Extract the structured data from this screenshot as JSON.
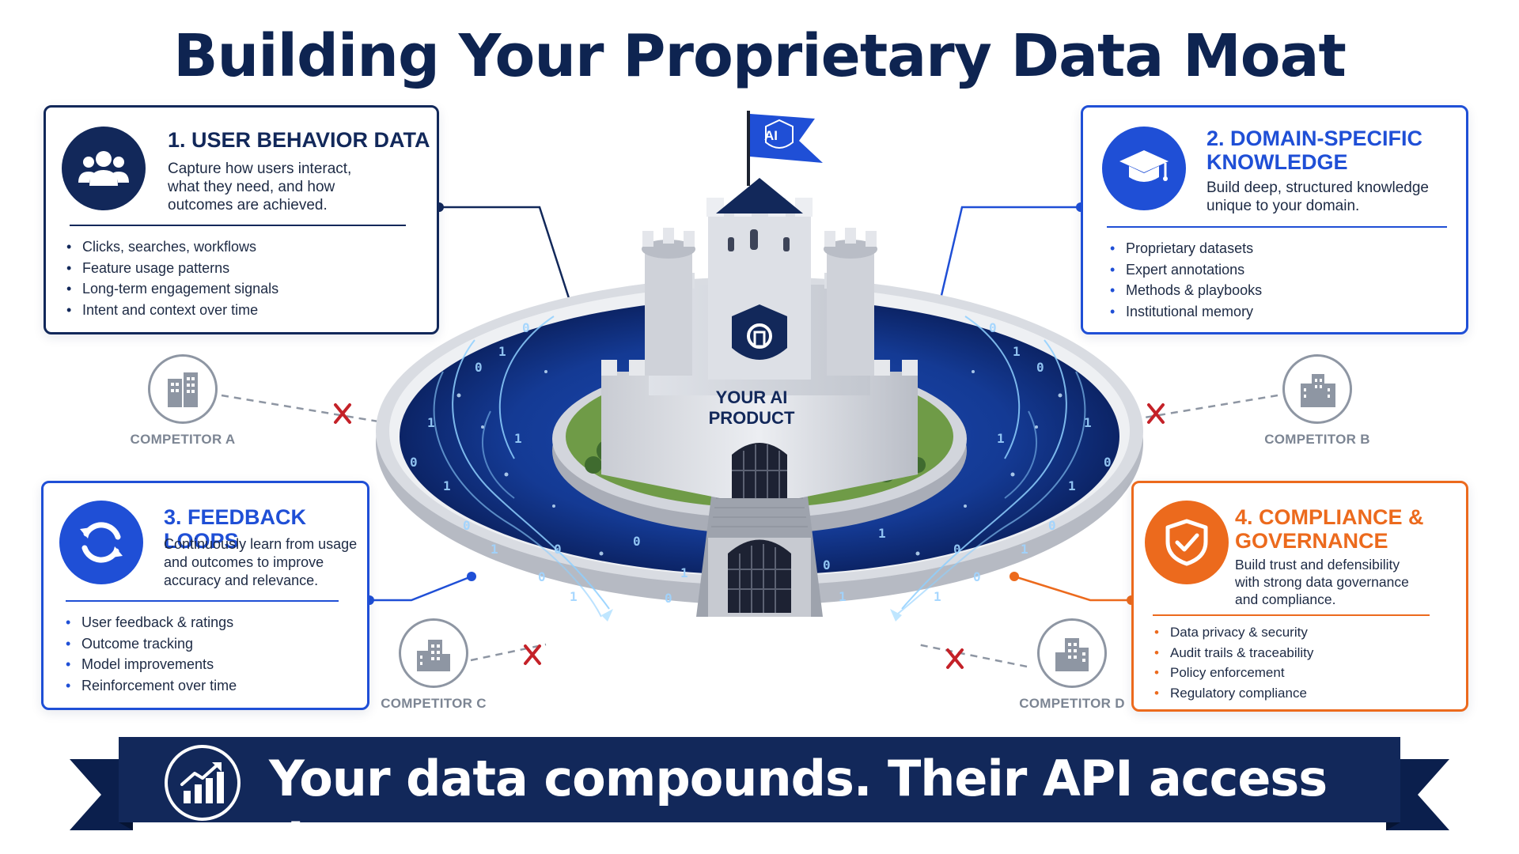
{
  "title": "Building Your Proprietary Data Moat",
  "flag_label": "AI",
  "castle_label": [
    "YOUR AI",
    "PRODUCT"
  ],
  "colors": {
    "navy": "#12285a",
    "blue": "#1f4fd6",
    "orange": "#ec6a1d",
    "moat": "#12307a",
    "grey": "#8e96a3"
  },
  "cards": {
    "user_behavior": {
      "heading": "1. USER BEHAVIOR DATA",
      "icon": "users-icon",
      "desc": [
        "Capture how users interact,",
        "what they need, and how",
        "outcomes are achieved."
      ],
      "items": [
        "Clicks, searches, workflows",
        "Feature usage patterns",
        "Long-term engagement signals",
        "Intent and context over time"
      ]
    },
    "domain_knowledge": {
      "heading": [
        "2. DOMAIN-SPECIFIC",
        "KNOWLEDGE"
      ],
      "icon": "graduation-cap-icon",
      "desc": [
        "Build deep, structured knowledge",
        "unique to your domain."
      ],
      "items": [
        "Proprietary datasets",
        "Expert annotations",
        "Methods & playbooks",
        "Institutional memory"
      ]
    },
    "feedback_loops": {
      "heading": "3. FEEDBACK LOOPS",
      "icon": "refresh-icon",
      "desc": [
        "Continuously learn from usage",
        "and outcomes to improve",
        "accuracy and relevance."
      ],
      "items": [
        "User feedback & ratings",
        "Outcome tracking",
        "Model improvements",
        "Reinforcement over time"
      ]
    },
    "compliance": {
      "heading": [
        "4. COMPLIANCE &",
        "GOVERNANCE"
      ],
      "icon": "shield-check-icon",
      "desc": [
        "Build trust and defensibility",
        "with strong data governance",
        "and compliance."
      ],
      "items": [
        "Data privacy & security",
        "Audit trails & traceability",
        "Policy enforcement",
        "Regulatory compliance"
      ]
    }
  },
  "competitors": {
    "a": "COMPETITOR A",
    "b": "COMPETITOR B",
    "c": "COMPETITOR C",
    "d": "COMPETITOR D"
  },
  "banner": {
    "text": "Your data compounds. Their API access doesn’t.",
    "icon": "growth-chart-icon"
  }
}
